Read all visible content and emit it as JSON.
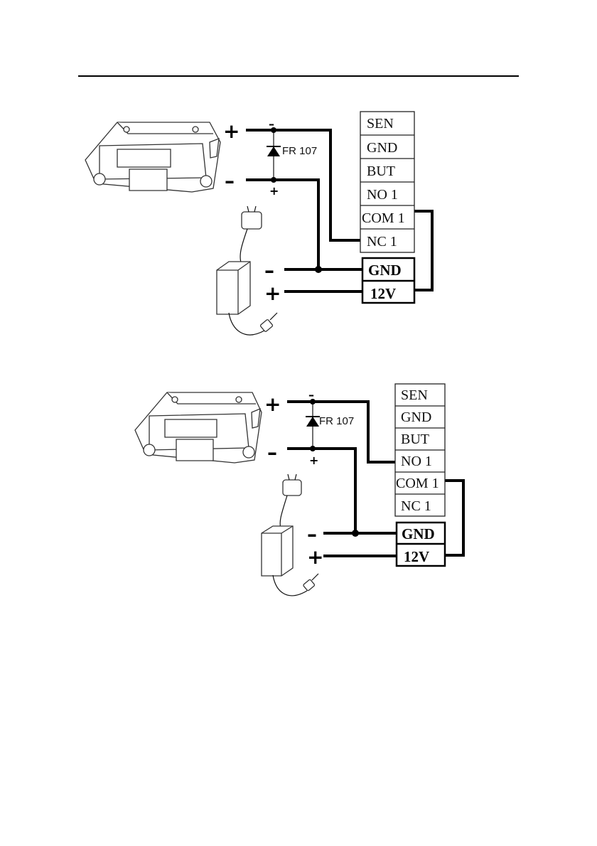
{
  "diagrams": [
    {
      "lock_plus": "+",
      "lock_minus": "–",
      "diode_top": "–",
      "diode_bottom": "+",
      "diode_label": "FR 107",
      "supply_minus": "–",
      "supply_plus": "+",
      "terminals": [
        "SEN",
        "GND",
        "BUT",
        "NO 1",
        "COM 1",
        "NC 1"
      ],
      "power_terminals": [
        "GND",
        "12V"
      ],
      "lock_wire_to": "NC 1"
    },
    {
      "lock_plus": "+",
      "lock_minus": "–",
      "diode_top": "–",
      "diode_bottom": "+",
      "diode_label": "FR 107",
      "supply_minus": "–",
      "supply_plus": "+",
      "terminals": [
        "SEN",
        "GND",
        "BUT",
        "NO 1",
        "COM 1",
        "NC 1"
      ],
      "power_terminals": [
        "GND",
        "12V"
      ],
      "lock_wire_to": "NO 1"
    }
  ]
}
